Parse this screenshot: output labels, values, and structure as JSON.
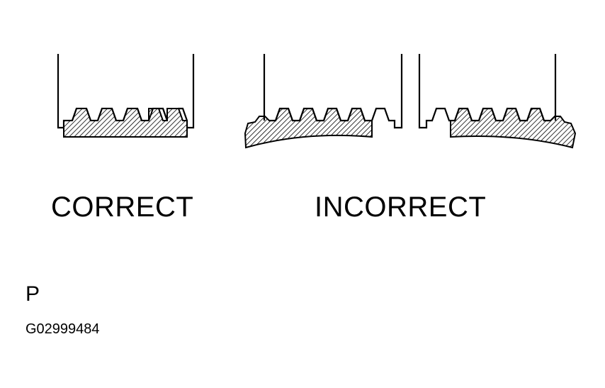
{
  "labels": {
    "correct": "CORRECT",
    "incorrect": "INCORRECT",
    "page_marker": "P",
    "figure_code": "G02999484"
  },
  "colors": {
    "ink": "#000000",
    "background": "#ffffff"
  }
}
